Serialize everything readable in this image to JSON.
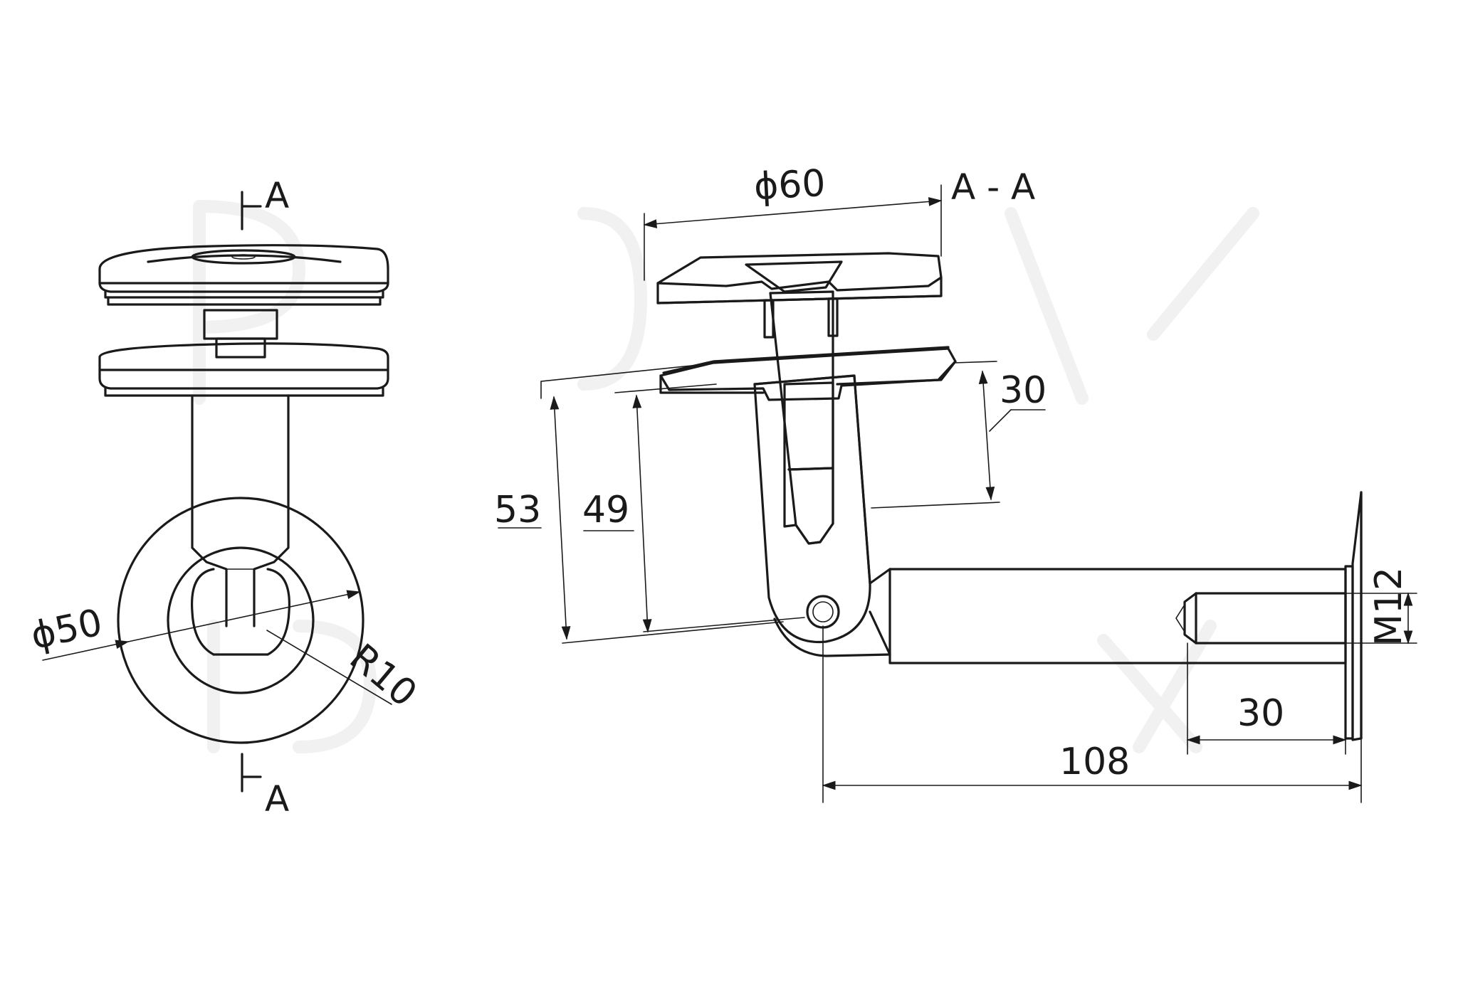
{
  "section_label": "A - A",
  "cut_marker_top": "A",
  "cut_marker_bottom": "A",
  "dimensions": {
    "top_plate_diameter": "ϕ60",
    "pad_diameter": "ϕ50",
    "radius": "R10",
    "height_outer": "53",
    "height_inner": "49",
    "clamp_depth": "30",
    "thread": "M12",
    "thread_length": "30",
    "arm_length": "108"
  },
  "colors": {
    "line": "#1a1a1a",
    "background": "#ffffff",
    "watermark": "#f1f1f1"
  }
}
